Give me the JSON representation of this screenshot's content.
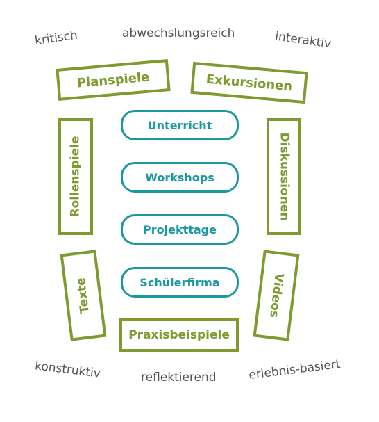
{
  "words": {
    "top_left": "kritisch",
    "top_center": "abwechslungsreich",
    "top_right": "interaktiv",
    "bottom_left": "konstruktiv",
    "bottom_center": "reflektierend",
    "bottom_right": "erlebnis-basiert"
  },
  "green_boxes": {
    "planspiele": "Planspiele",
    "exkursionen": "Exkursionen",
    "rollenspiele": "Rollenspiele",
    "diskussionen": "Diskussionen",
    "texte": "Texte",
    "videos": "Videos",
    "praxisbeispiele": "Praxisbeispiele"
  },
  "pills": {
    "unterricht": "Unterricht",
    "workshops": "Workshops",
    "projekttage": "Projekttage",
    "schuelerfirma": "Schülerfirma"
  },
  "colors": {
    "green": "#7f9a2e",
    "teal": "#1a9aa0",
    "word_gray": "#555555"
  }
}
